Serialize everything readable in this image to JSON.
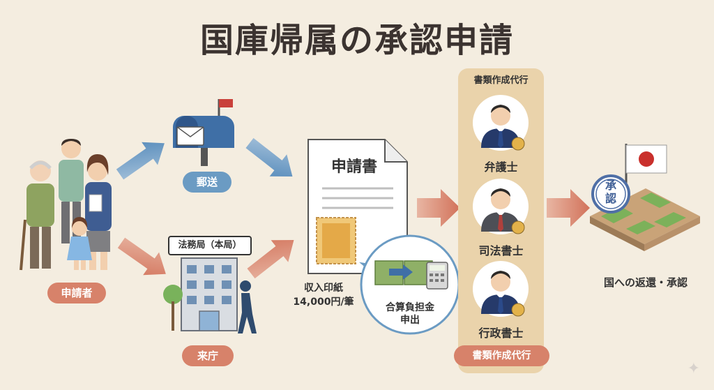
{
  "title": "国庫帰属の承認申請",
  "applicant": {
    "label": "申請者"
  },
  "mail": {
    "label": "郵送"
  },
  "office": {
    "sign": "法務局（本局）",
    "label": "来庁"
  },
  "document": {
    "title": "申請書",
    "stamp_label_line1": "収入印紙",
    "stamp_label_line2": "14,000円/筆",
    "bubble_line1": "合算負担金",
    "bubble_line2": "申出"
  },
  "agents": {
    "header": "書類作成代行",
    "footer": "書類作成代行",
    "items": [
      {
        "name": "弁護士",
        "badge_icon": "scales-icon",
        "tie": "#2b4a8a",
        "suit": "#263a6a"
      },
      {
        "name": "司法書士",
        "badge_icon": "sunflower-icon",
        "tie": "#b0403c",
        "suit": "#4d4f56"
      },
      {
        "name": "行政書士",
        "badge_icon": "cosmos-icon",
        "tie": "#2b4a8a",
        "suit": "#263a6a"
      }
    ]
  },
  "approval": {
    "stamp_line1": "承",
    "stamp_line2": "認",
    "label": "国への返還・承認"
  },
  "colors": {
    "background": "#f4ede0",
    "accent_red": "#d7826a",
    "accent_blue": "#6b9bc3",
    "agent_column": "#ead3ab"
  }
}
